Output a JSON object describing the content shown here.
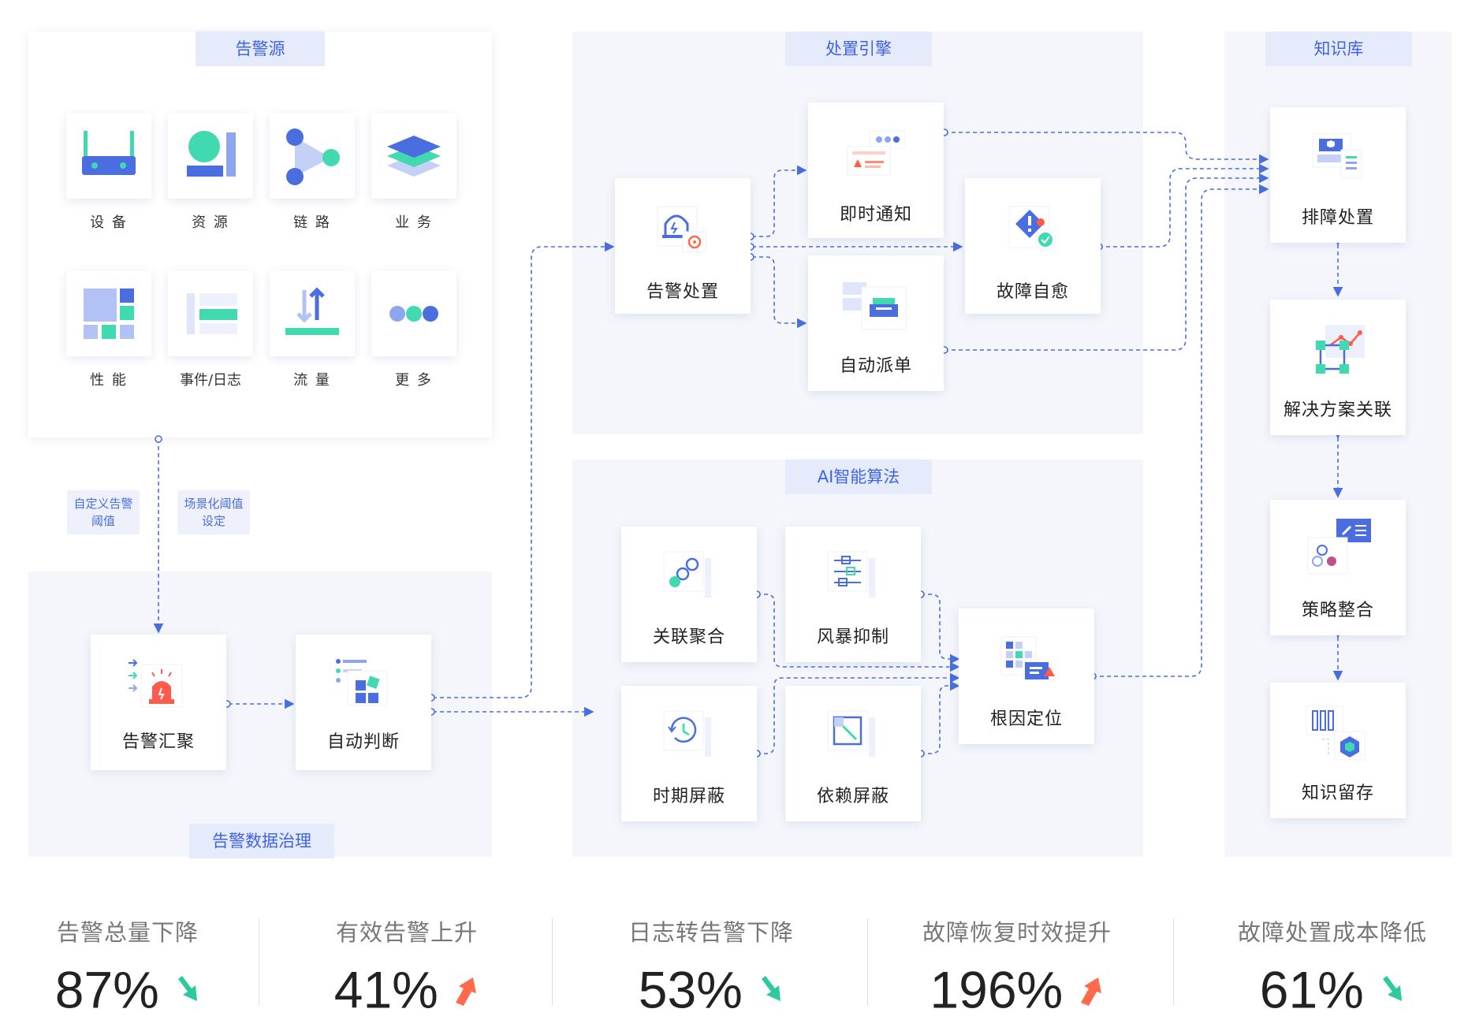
{
  "sections": {
    "alarm_source": "告警源",
    "engine": "处置引擎",
    "knowledge": "知识库",
    "ai": "AI智能算法",
    "governance": "告警数据治理"
  },
  "sources": [
    {
      "label": "设 备",
      "icon": "router-icon"
    },
    {
      "label": "资 源",
      "icon": "resource-icon"
    },
    {
      "label": "链 路",
      "icon": "link-icon"
    },
    {
      "label": "业 务",
      "icon": "layers-icon"
    },
    {
      "label": "性 能",
      "icon": "performance-icon"
    },
    {
      "label": "事件/日志",
      "icon": "event-log-icon"
    },
    {
      "label": "流 量",
      "icon": "traffic-icon"
    },
    {
      "label": "更 多",
      "icon": "more-icon"
    }
  ],
  "notes": {
    "custom_threshold": [
      "自定义告警",
      "阈值"
    ],
    "scene_threshold": [
      "场景化阈值",
      "设定"
    ]
  },
  "governance_nodes": {
    "aggregate": "告警汇聚",
    "auto_judge": "自动判断"
  },
  "engine_nodes": {
    "handle": "告警处置",
    "notify": "即时通知",
    "dispatch": "自动派单",
    "self_heal": "故障自愈"
  },
  "ai_nodes": {
    "correlate": "关联聚合",
    "storm": "风暴抑制",
    "period_mask": "时期屏蔽",
    "dep_mask": "依赖屏蔽",
    "root_cause": "根因定位"
  },
  "knowledge_nodes": {
    "troubleshoot": "排障处置",
    "solution": "解决方案关联",
    "strategy": "策略整合",
    "retain": "知识留存"
  },
  "stats": [
    {
      "title": "告警总量下降",
      "value": "87%",
      "trend": "down"
    },
    {
      "title": "有效告警上升",
      "value": "41%",
      "trend": "up"
    },
    {
      "title": "日志转告警下降",
      "value": "53%",
      "trend": "down"
    },
    {
      "title": "故障恢复时效提升",
      "value": "196%",
      "trend": "up"
    },
    {
      "title": "故障处置成本降低",
      "value": "61%",
      "trend": "down"
    }
  ],
  "colors": {
    "accent": "#3f63e8",
    "wire": "#4a6ee0",
    "teal": "#40d9b0",
    "down_arrow": "#2fc9a0",
    "up_arrow": "#ff6a4d"
  }
}
